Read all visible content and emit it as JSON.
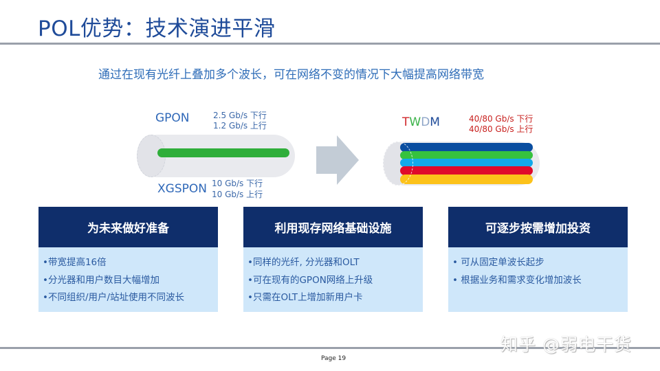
{
  "slide": {
    "title": "POL优势：技术演进平滑",
    "subtitle": "通过在现有光纤上叠加多个波长，可在网络不变的情况下大幅提高网络带宽",
    "page_label": "Page 19",
    "watermark": "知乎 @弱电干货"
  },
  "left_diagram": {
    "gpon_label": "GPON",
    "gpon_down": "2.5 Gb/s 下行",
    "gpon_up": "1.2 Gb/s 上行",
    "xgspon_label": "XGSPON",
    "xgspon_down": "10 Gb/s 下行",
    "xgspon_up": "10 Gb/s 上行",
    "fiber_color": "#2fae3a"
  },
  "arrow": {
    "color": "#c3ccd6",
    "icon": "right-arrow-icon"
  },
  "right_diagram": {
    "twdm_letters": [
      {
        "char": "T",
        "color": "#d0262a"
      },
      {
        "char": "W",
        "color": "#3cb34a"
      },
      {
        "char": "D",
        "color": "#8fa6c8"
      },
      {
        "char": "M",
        "color": "#1f4b99"
      }
    ],
    "down": "40/80 Gb/s 下行",
    "up": "40/80 Gb/s 上行",
    "fiber_colors": [
      "#0a4ea0",
      "#36c23e",
      "#12a9ea",
      "#e00a2b",
      "#fcc21a"
    ]
  },
  "cards": [
    {
      "heading": "为未来做好准备",
      "items": [
        "•带宽提高16倍",
        "•分光器和用户数目大幅增加",
        "•不同组织/用户/站址使用不同波长"
      ]
    },
    {
      "heading": "利用现存网络基础设施",
      "items": [
        "•同样的光纤, 分光器和OLT",
        "•可在现有的GPON网络上升级",
        "•只需在OLT上增加新用户卡"
      ]
    },
    {
      "heading": "可逐步按需增加投资",
      "items": [
        "• 可从固定单波长起步",
        "• 根据业务和需求变化增加波长"
      ]
    }
  ],
  "colors": {
    "title": "#1f4b99",
    "card_header_bg": "#0f2e6b",
    "card_body_bg": "#cfe7fa",
    "rule": "#9aa0aa"
  }
}
